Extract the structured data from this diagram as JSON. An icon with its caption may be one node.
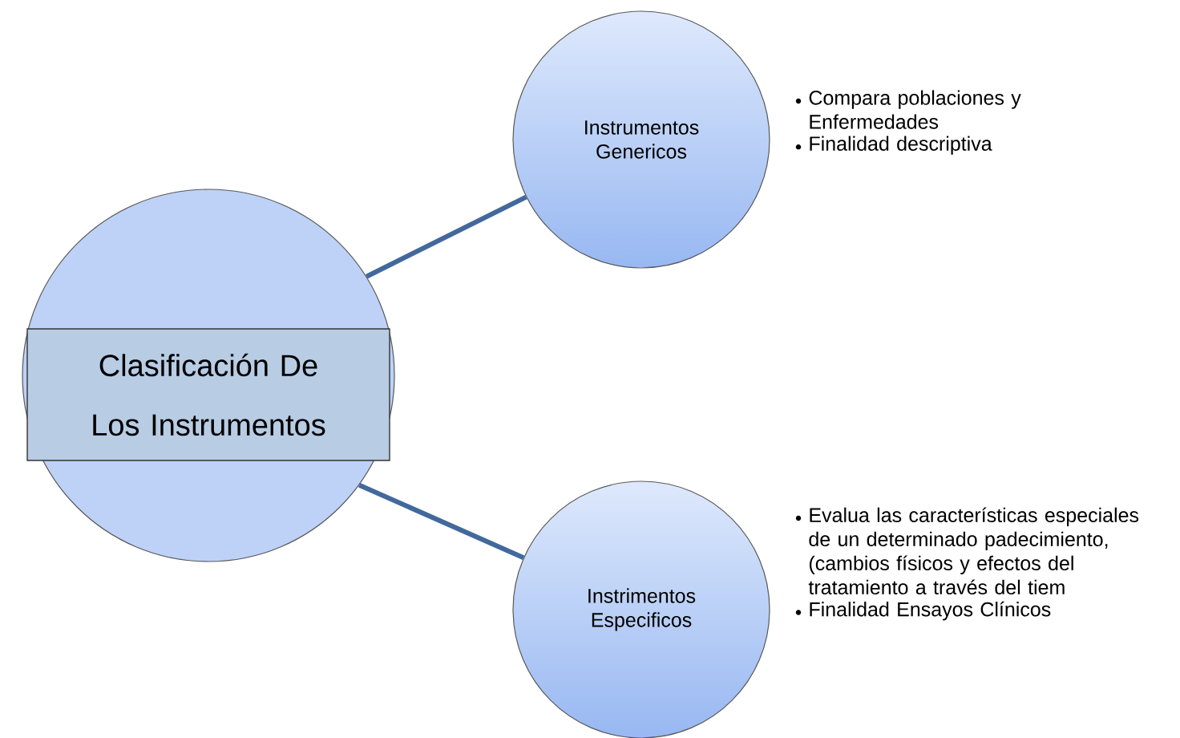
{
  "diagram": {
    "nodes": [
      {
        "text": [],
        "shape": "circle"
      },
      {
        "text": [
          "Clasificación De Los Instrumentos"
        ],
        "in": 0
      },
      {
        "text": [
          "Instrumentos Genericos"
        ],
        "beside": [
          "Compara poblaciones y Enfermedades",
          "Finalidad descriptiva"
        ]
      },
      {
        "text": [
          "Instrimentos Especificos"
        ],
        "beside": [
          "Evalua  las características especiales de un determinado padecimiento, (cambios físicos y efectos del tratamiento a través del tiem",
          "Finalidad Ensayos Clínicos"
        ]
      }
    ],
    "edges": [
      {
        "from": 0,
        "to": 2,
        "arrow": "none"
      },
      {
        "from": 0,
        "to": 3,
        "arrow": "none"
      }
    ]
  }
}
